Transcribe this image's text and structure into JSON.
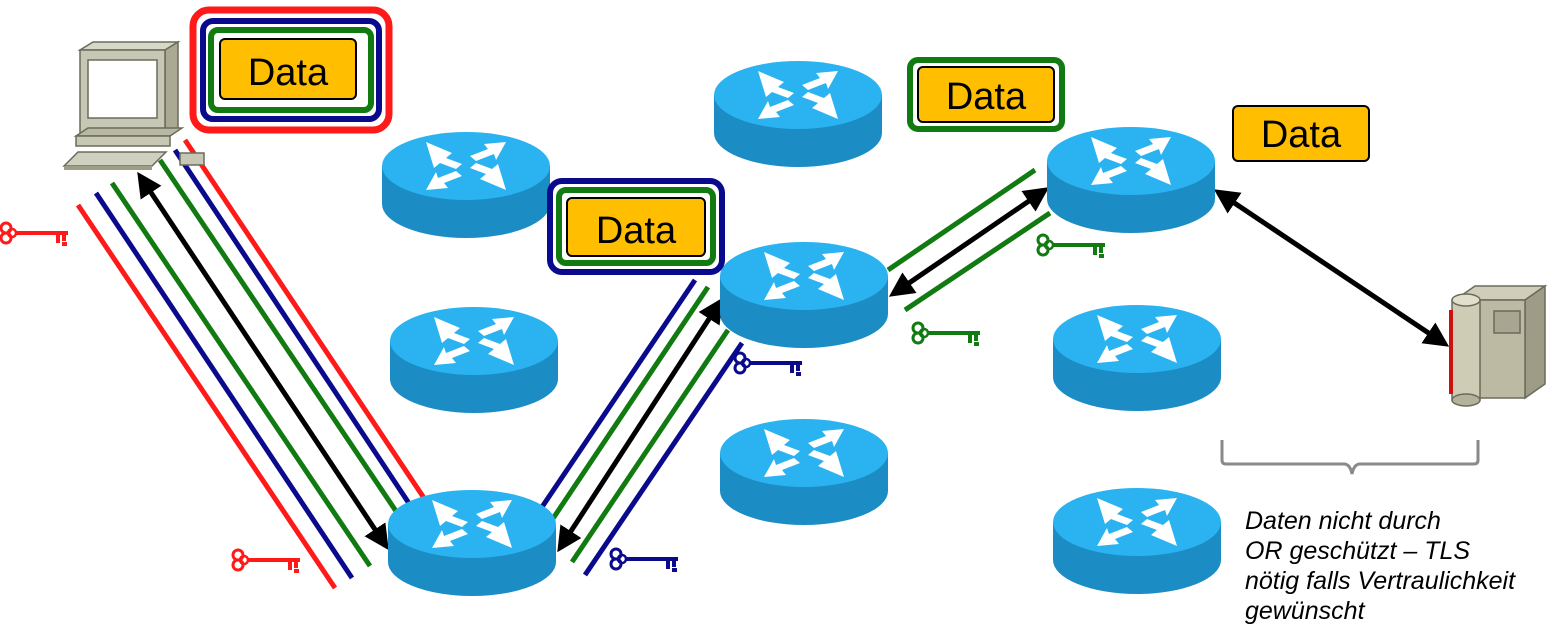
{
  "packets": [
    {
      "id": "client",
      "label": "Data",
      "layers": [
        "red",
        "blue",
        "green"
      ]
    },
    {
      "id": "hop1",
      "label": "Data",
      "layers": [
        "blue",
        "green"
      ]
    },
    {
      "id": "hop2",
      "label": "Data",
      "layers": [
        "green"
      ]
    },
    {
      "id": "exit",
      "label": "Data",
      "layers": []
    }
  ],
  "caption": {
    "line1": "Daten nicht durch",
    "line2": "OR geschützt – TLS",
    "line3": "nötig falls Vertraulichkeit",
    "line4": "gewünscht"
  },
  "colors": {
    "red": "#ff1a1a",
    "blue": "#0a0a8c",
    "green": "#117a11",
    "arrow": "#000000",
    "router_top": "#2ab3f0",
    "router_side": "#1b8cc4",
    "data_fill": "#ffbf00"
  },
  "icons": {
    "client": "desktop-computer-icon",
    "server": "server-tower-icon",
    "router": "router-icon",
    "key": "key-icon",
    "brace": "curly-brace-icon"
  }
}
